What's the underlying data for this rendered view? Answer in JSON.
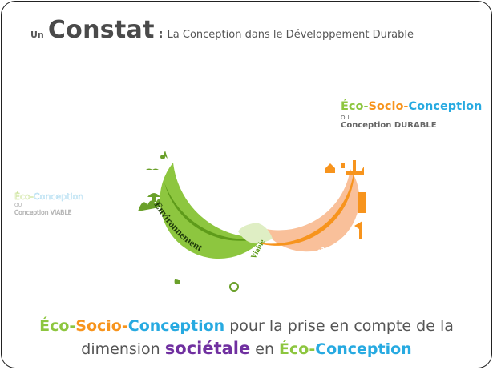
{
  "title": {
    "prefix": "Un",
    "main": "Constat",
    "colon": ":",
    "subtitle": "La Conception dans le Développement Durable"
  },
  "right_label": {
    "eco": "Éco-",
    "socio": "Socio-",
    "conception": "Conception",
    "ou": "OU",
    "durable": "Conception DURABLE"
  },
  "left_label": {
    "eco": "Éco-",
    "conception": "Conception",
    "ou": "OU",
    "viable": "Conception VIABLE"
  },
  "diagram": {
    "environnement": "Environnement",
    "viable": "Viable",
    "economique": "Economique",
    "colors": {
      "green": "#8dc63f",
      "green_dark": "#5e9b1a",
      "orange": "#f7941d",
      "peach": "#f9c09a",
      "viable": "#dfeec4"
    }
  },
  "bottom": {
    "eco": "Éco-",
    "socio": "Socio-",
    "conception": "Conception",
    "text1": " pour la prise en compte de la",
    "text2": "dimension ",
    "societale": "sociétale",
    "text3": " en ",
    "eco2": "Éco-",
    "conception2": "Conception"
  },
  "colors": {
    "green": "#8dc63f",
    "orange": "#f7941d",
    "blue": "#27aae1",
    "purple": "#7030a0"
  }
}
